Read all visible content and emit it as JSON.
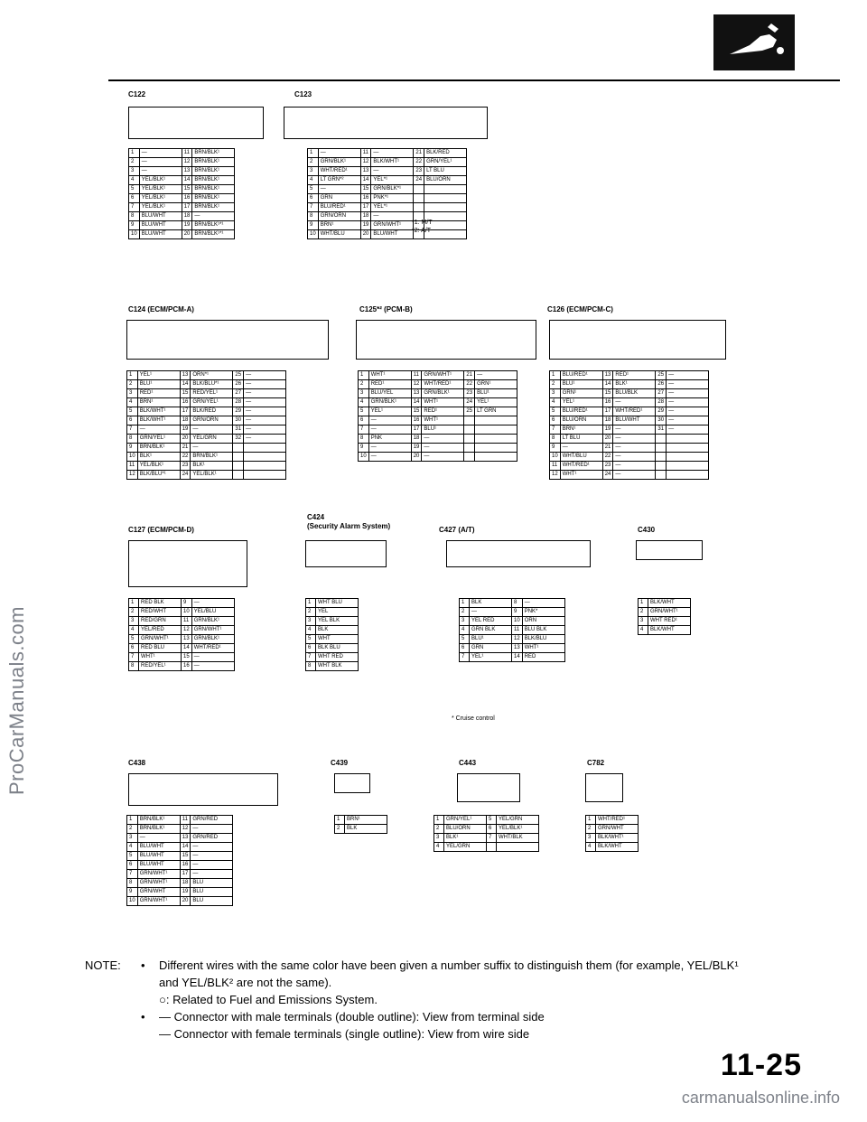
{
  "watermarks": {
    "side": "ProCarManuals.com",
    "bottom": "carmanualsonline.info"
  },
  "page_number": "11-25",
  "connectors": [
    {
      "id": "c122",
      "label": "C122",
      "pins": [
        [
          "",
          "",
          "",
          "4",
          "5",
          "6",
          "7",
          "8",
          "9",
          "10"
        ],
        [
          "11",
          "12",
          "13",
          "14",
          "15",
          "16",
          "17",
          "",
          "19",
          "20"
        ]
      ],
      "wires": [
        [
          "1",
          "—"
        ],
        [
          "2",
          "—"
        ],
        [
          "3",
          "—"
        ],
        [
          "4",
          "YEL/BLK¹"
        ],
        [
          "5",
          "YEL/BLK¹"
        ],
        [
          "6",
          "YEL/BLK¹"
        ],
        [
          "7",
          "YEL/BLK¹"
        ],
        [
          "8",
          "BLU/WHT"
        ],
        [
          "9",
          "BLU/WHT"
        ],
        [
          "10",
          "BLU/WHT"
        ],
        [
          "11",
          "BRN/BLK¹"
        ],
        [
          "12",
          "BRN/BLK¹"
        ],
        [
          "13",
          "BRN/BLK¹"
        ],
        [
          "14",
          "BRN/BLK¹"
        ],
        [
          "15",
          "BRN/BLK¹"
        ],
        [
          "16",
          "BRN/BLK¹"
        ],
        [
          "17",
          "BRN/BLK¹"
        ],
        [
          "18",
          "—"
        ],
        [
          "19",
          "BRN/BLK¹*¹"
        ],
        [
          "20",
          "BRN/BLK¹*¹"
        ]
      ]
    },
    {
      "id": "c123",
      "label": "C123",
      "pins": [
        [
          "",
          "2",
          "3",
          "4",
          "",
          "",
          "6",
          "7",
          "8",
          "9",
          "10"
        ],
        [
          "",
          "12",
          "",
          "14",
          "15",
          "",
          "",
          "17",
          "18",
          "19",
          "20",
          "21",
          "22"
        ]
      ],
      "wires": [
        [
          "1",
          "—"
        ],
        [
          "2",
          "GRN/BLK¹"
        ],
        [
          "3",
          "WHT/RED¹"
        ],
        [
          "4",
          "LT GRN*²"
        ],
        [
          "5",
          "—"
        ],
        [
          "6",
          "GRN"
        ],
        [
          "7",
          "BLU/RED¹"
        ],
        [
          "8",
          "GRN/ORN"
        ],
        [
          "9",
          "BRN¹"
        ],
        [
          "10",
          "WHT/BLU"
        ],
        [
          "11",
          "—"
        ],
        [
          "12",
          "BLK/WHT¹"
        ],
        [
          "13",
          "—"
        ],
        [
          "14",
          "YEL*¹"
        ],
        [
          "15",
          "GRN/BLK*¹"
        ],
        [
          "16",
          "PNK*¹"
        ],
        [
          "17",
          "YEL*¹"
        ],
        [
          "18",
          "—"
        ],
        [
          "19",
          "GRN/WHT¹"
        ],
        [
          "20",
          "BLU/WHT"
        ],
        [
          "21",
          "BLK/RED"
        ],
        [
          "22",
          "GRN/YEL¹"
        ],
        [
          "23",
          "LT BLU"
        ],
        [
          "24",
          "BLU/ORN"
        ]
      ],
      "notes": [
        "*1: M/T",
        "*2: A/T"
      ]
    },
    {
      "id": "c124",
      "label": "C124 (ECM/PCM-A)"
    },
    {
      "id": "c125",
      "label": "C125*² (PCM-B)"
    },
    {
      "id": "c126",
      "label": "C126 (ECM/PCM-C)"
    },
    {
      "id": "c127",
      "label": "C127 (ECM/PCM-D)"
    },
    {
      "id": "c424",
      "label": "C424",
      "sublabel": "(Security Alarm System)"
    },
    {
      "id": "c427",
      "label": "C427 (A/T)",
      "note": "* Cruise control"
    },
    {
      "id": "c430",
      "label": "C430"
    },
    {
      "id": "c438",
      "label": "C438"
    },
    {
      "id": "c439",
      "label": "C439"
    },
    {
      "id": "c443",
      "label": "C443"
    },
    {
      "id": "c782",
      "label": "C782"
    }
  ],
  "tables": {
    "c124": [
      [
        "1",
        "YEL¹"
      ],
      [
        "2",
        "BLU¹"
      ],
      [
        "3",
        "RED¹"
      ],
      [
        "4",
        "BRN¹"
      ],
      [
        "5",
        "BLK/WHT¹"
      ],
      [
        "6",
        "BLK/WHT¹"
      ],
      [
        "7",
        "—"
      ],
      [
        "8",
        "GRN/YEL¹"
      ],
      [
        "9",
        "BRN/BLK¹"
      ],
      [
        "10",
        "BLK¹"
      ],
      [
        "11",
        "YEL/BLK¹"
      ],
      [
        "12",
        "BLK/BLU*¹"
      ],
      [
        "13",
        "ORN*¹"
      ],
      [
        "14",
        "BLK/BLU*¹"
      ],
      [
        "15",
        "RED/YEL¹"
      ],
      [
        "16",
        "GRN/YEL¹"
      ],
      [
        "17",
        "BLK/RED"
      ],
      [
        "18",
        "GRN/ORN"
      ],
      [
        "19",
        "—"
      ],
      [
        "20",
        "YEL/GRN"
      ],
      [
        "21",
        "—"
      ],
      [
        "22",
        "BRN/BLK¹"
      ],
      [
        "23",
        "BLK¹"
      ],
      [
        "24",
        "YEL/BLK¹"
      ],
      [
        "25",
        "—"
      ],
      [
        "26",
        "—"
      ],
      [
        "27",
        "—"
      ],
      [
        "28",
        "—"
      ],
      [
        "29",
        "—"
      ],
      [
        "30",
        "—"
      ],
      [
        "31",
        "—"
      ],
      [
        "32",
        "—"
      ]
    ],
    "c125": [
      [
        "1",
        "WHT¹"
      ],
      [
        "2",
        "RED¹"
      ],
      [
        "3",
        "BLU/YEL"
      ],
      [
        "4",
        "GRN/BLK¹"
      ],
      [
        "5",
        "YEL¹"
      ],
      [
        "6",
        "—"
      ],
      [
        "7",
        "—"
      ],
      [
        "8",
        "PNK"
      ],
      [
        "9",
        "—"
      ],
      [
        "10",
        "—"
      ],
      [
        "11",
        "GRN/WHT¹"
      ],
      [
        "12",
        "WHT/RED¹"
      ],
      [
        "13",
        "GRN/BLK¹"
      ],
      [
        "14",
        "WHT¹"
      ],
      [
        "15",
        "RED¹"
      ],
      [
        "16",
        "WHT¹"
      ],
      [
        "17",
        "BLU¹"
      ],
      [
        "18",
        "—"
      ],
      [
        "19",
        "—"
      ],
      [
        "20",
        "—"
      ],
      [
        "21",
        "—"
      ],
      [
        "22",
        "GRN¹"
      ],
      [
        "23",
        "BLU¹"
      ],
      [
        "24",
        "YEL¹"
      ],
      [
        "25",
        "LT GRN"
      ]
    ],
    "c126": [
      [
        "1",
        "BLU/RED¹"
      ],
      [
        "2",
        "BLU¹"
      ],
      [
        "3",
        "GRN¹"
      ],
      [
        "4",
        "YEL¹"
      ],
      [
        "5",
        "BLU/RED¹"
      ],
      [
        "6",
        "BLU/ORN"
      ],
      [
        "7",
        "BRN¹"
      ],
      [
        "8",
        "LT BLU"
      ],
      [
        "9",
        "—"
      ],
      [
        "10",
        "WHT/BLU"
      ],
      [
        "11",
        "WHT/RED¹"
      ],
      [
        "12",
        "WHT¹"
      ],
      [
        "13",
        "RED¹"
      ],
      [
        "14",
        "BLK¹"
      ],
      [
        "15",
        "BLU/BLK"
      ],
      [
        "16",
        "—"
      ],
      [
        "17",
        "WHT/RED¹"
      ],
      [
        "18",
        "BLU/WHT"
      ],
      [
        "19",
        "—"
      ],
      [
        "20",
        "—"
      ],
      [
        "21",
        "—"
      ],
      [
        "22",
        "—"
      ],
      [
        "23",
        "—"
      ],
      [
        "24",
        "—"
      ],
      [
        "25",
        "—"
      ],
      [
        "26",
        "—"
      ],
      [
        "27",
        "—"
      ],
      [
        "28",
        "—"
      ],
      [
        "29",
        "—"
      ],
      [
        "30",
        "—"
      ],
      [
        "31",
        "—"
      ]
    ],
    "c127": [
      [
        "1",
        "RED BLK"
      ],
      [
        "2",
        "RED/WHT"
      ],
      [
        "3",
        "RED/GRN"
      ],
      [
        "4",
        "YEL/RED"
      ],
      [
        "5",
        "GRN/WHT¹"
      ],
      [
        "6",
        "RED BLU"
      ],
      [
        "7",
        "WHT¹"
      ],
      [
        "8",
        "RED/YEL¹"
      ],
      [
        "9",
        "—"
      ],
      [
        "10",
        "YEL/BLU"
      ],
      [
        "11",
        "GRN/BLK¹"
      ],
      [
        "12",
        "GRN/WHT¹"
      ],
      [
        "13",
        "GRN/BLK¹"
      ],
      [
        "14",
        "WHT/RED¹"
      ],
      [
        "15",
        "—"
      ],
      [
        "16",
        "—"
      ]
    ],
    "c424": [
      [
        "1",
        "WHT BLU"
      ],
      [
        "2",
        "YEL"
      ],
      [
        "3",
        "YEL BLK"
      ],
      [
        "4",
        "BLK"
      ],
      [
        "5",
        "WHT"
      ],
      [
        "6",
        "BLK BLU"
      ],
      [
        "7",
        "WHT RED"
      ],
      [
        "8",
        "WHT BLK"
      ]
    ],
    "c427": [
      [
        "1",
        "BLK"
      ],
      [
        "2",
        "—"
      ],
      [
        "3",
        "YEL RED"
      ],
      [
        "4",
        "GRN BLK"
      ],
      [
        "5",
        "BLU¹"
      ],
      [
        "6",
        "GRN"
      ],
      [
        "7",
        "YEL¹"
      ],
      [
        "8",
        "—"
      ],
      [
        "9",
        "PNK*"
      ],
      [
        "10",
        "ORN"
      ],
      [
        "11",
        "BLU BLK"
      ],
      [
        "12",
        "BLK/BLU"
      ],
      [
        "13",
        "WHT¹"
      ],
      [
        "14",
        "RED"
      ]
    ],
    "c430": [
      [
        "1",
        "BLK/WHT"
      ],
      [
        "2",
        "GRN/WHT¹"
      ],
      [
        "3",
        "WHT RED¹"
      ],
      [
        "4",
        "BLK/WHT"
      ]
    ],
    "c438": [
      [
        "1",
        "BRN/BLK¹"
      ],
      [
        "2",
        "BRN/BLK¹"
      ],
      [
        "3",
        "—"
      ],
      [
        "4",
        "BLU/WHT"
      ],
      [
        "5",
        "BLU/WHT"
      ],
      [
        "6",
        "BLU/WHT"
      ],
      [
        "7",
        "GRN/WHT¹"
      ],
      [
        "8",
        "GRN/WHT¹"
      ],
      [
        "9",
        "GRN/WHT"
      ],
      [
        "10",
        "GRN/WHT¹"
      ],
      [
        "11",
        "GRN/RED"
      ],
      [
        "12",
        "—"
      ],
      [
        "13",
        "GRN/RED"
      ],
      [
        "14",
        "—"
      ],
      [
        "15",
        "—"
      ],
      [
        "16",
        "—"
      ],
      [
        "17",
        "—"
      ],
      [
        "18",
        "BLU"
      ],
      [
        "19",
        "BLU"
      ],
      [
        "20",
        "BLU"
      ]
    ],
    "c439": [
      [
        "1",
        "BRN¹"
      ],
      [
        "2",
        "BLK"
      ]
    ],
    "c443": [
      [
        "1",
        "GRN/YEL¹"
      ],
      [
        "2",
        "BLU/ORN"
      ],
      [
        "3",
        "BLK¹"
      ],
      [
        "4",
        "YEL/GRN"
      ],
      [
        "5",
        "YEL/GRN"
      ],
      [
        "6",
        "YEL/BLK¹"
      ],
      [
        "7",
        "WHT/BLK"
      ]
    ],
    "c782": [
      [
        "1",
        "WHT/RED¹"
      ],
      [
        "2",
        "GRN/WHT"
      ],
      [
        "3",
        "BLK/WHT¹"
      ],
      [
        "4",
        "BLK/WHT"
      ]
    ]
  },
  "notes": {
    "prefix": "NOTE:",
    "line1": "Different wires with the same color have been given a number suffix to distinguish them (for example, YEL/BLK¹",
    "line2": "and YEL/BLK² are not the same).",
    "line3": "○: Related to Fuel and Emissions System.",
    "line4": "— Connector with male terminals (double outline): View from terminal side",
    "line5": "— Connector with female terminals (single outline): View from wire side"
  }
}
